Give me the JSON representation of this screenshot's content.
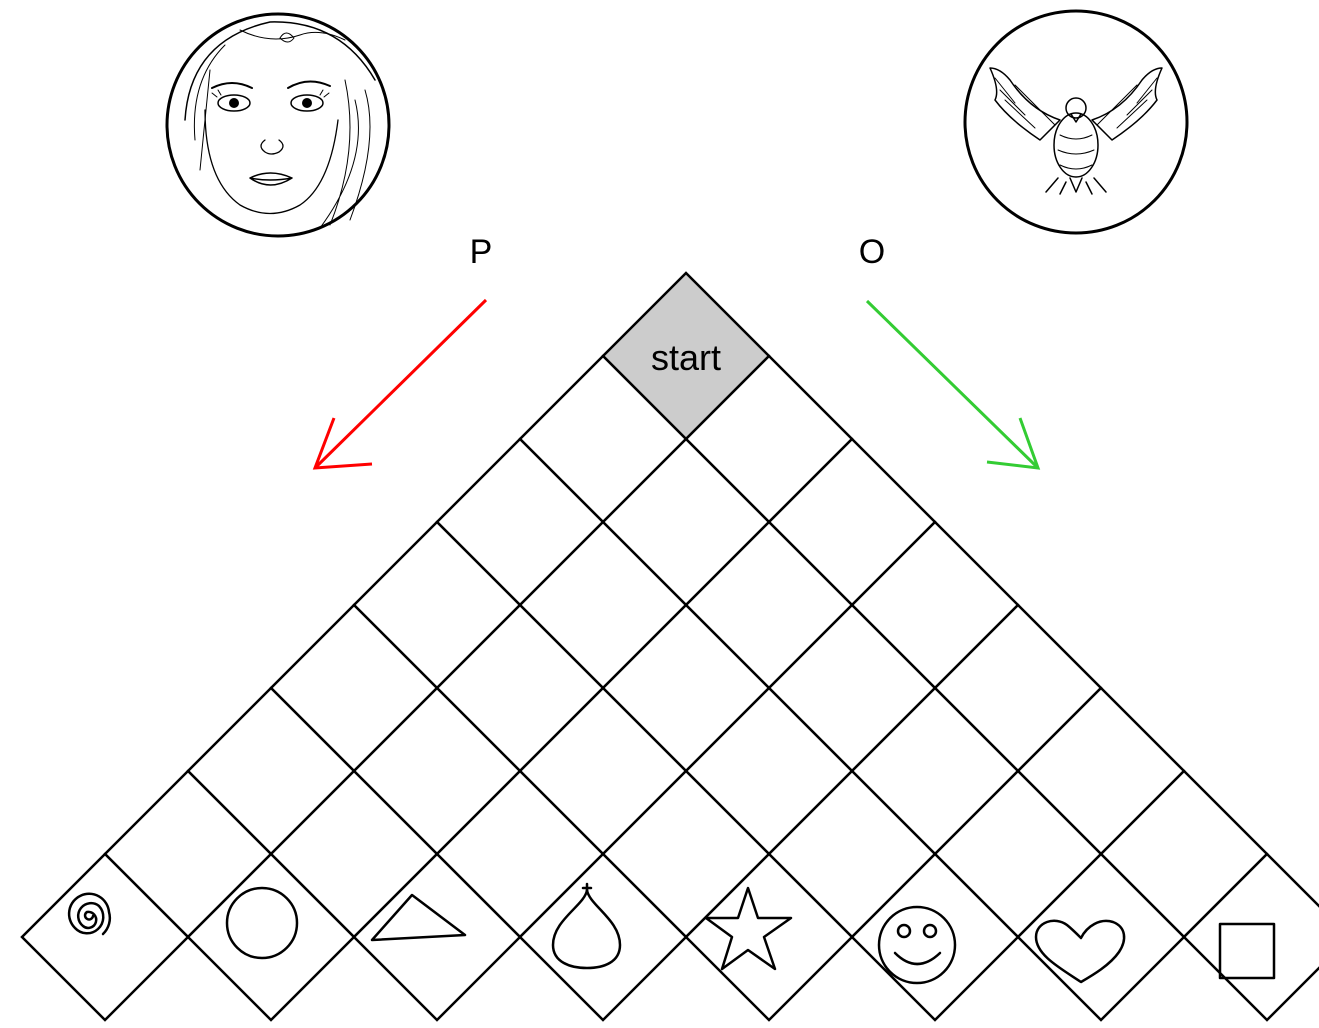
{
  "start_label": "start",
  "players": {
    "left": {
      "label": "P",
      "avatar": "girl-portrait-sketch",
      "arrow_color": "#ff0000",
      "direction": "down-left"
    },
    "right": {
      "label": "O",
      "avatar": "eagle-sketch",
      "arrow_color": "#33cc33",
      "direction": "down-right"
    }
  },
  "board": {
    "rows": 8,
    "start_fill": "#cccccc",
    "bottom_symbols": [
      "spiral-icon",
      "circle-icon",
      "triangle-icon",
      "drop-icon",
      "star-icon",
      "smiley-icon",
      "heart-icon",
      "square-icon"
    ]
  }
}
